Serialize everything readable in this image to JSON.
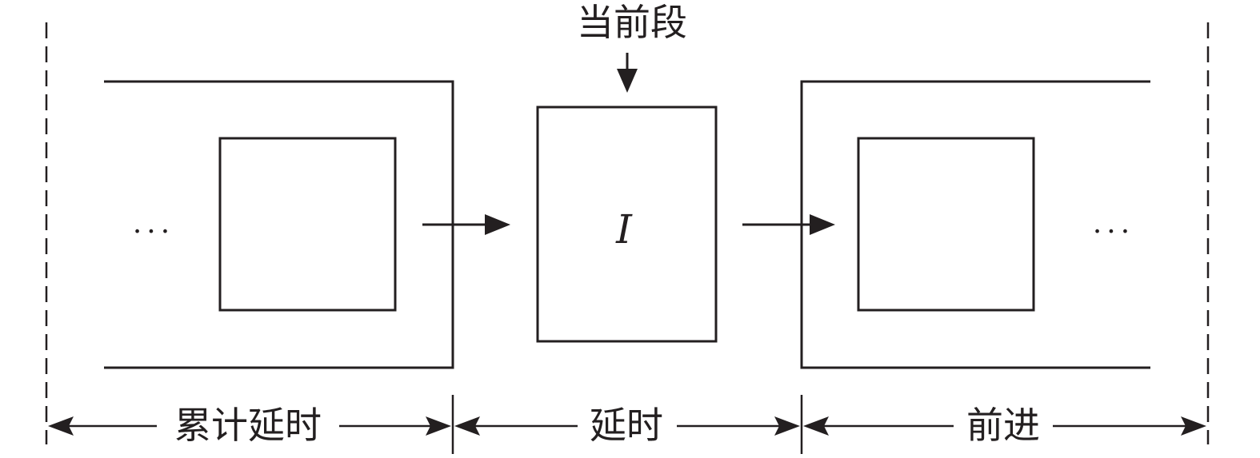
{
  "diagram": {
    "current_segment_label": "当前段",
    "center_box_symbol": "I",
    "left_ellipsis": "···",
    "right_ellipsis": "···",
    "bottom_labels": {
      "cumulative_delay": "累计延时",
      "delay": "延时",
      "forward": "前进"
    },
    "line_color": "#231f20",
    "background": "#ffffff"
  }
}
